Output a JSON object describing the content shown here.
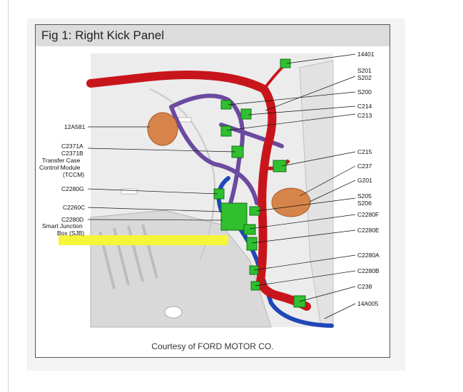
{
  "figure": {
    "title": "Fig 1: Right Kick Panel",
    "caption": "Courtesy of FORD MOTOR CO."
  },
  "labels": {
    "l14401": "14401",
    "s201": "S201",
    "s202": "S202",
    "s200": "S200",
    "c214": "C214",
    "c213": "C213",
    "a12a581": "12A581",
    "c2371a": "C2371A",
    "c2371b": "C2371B",
    "tccm1": "Transfer Case",
    "tccm2": "Control Module",
    "tccm3": "(TCCM)",
    "c215": "C215",
    "c237": "C237",
    "g201": "G201",
    "c2280g": "C2280G",
    "s205": "S205",
    "s206": "S206",
    "c2260c": "C2260C",
    "c2280f": "C2280F",
    "c2280d": "C2280D",
    "sjb1": "Smart Junction",
    "sjb2": "Box (SJB)",
    "c2280e": "C2280E",
    "c2280a": "C2280A",
    "c2280b": "C2280B",
    "c238": "C238",
    "a14a005": "14A005"
  },
  "colors": {
    "main_harness": "#c8151b",
    "purple_harness": "#6b4aa0",
    "blue_harness": "#1f47b8",
    "connector": "#2fbf2f",
    "grommet": "#d7844a",
    "highlight": "#f5f53a"
  }
}
